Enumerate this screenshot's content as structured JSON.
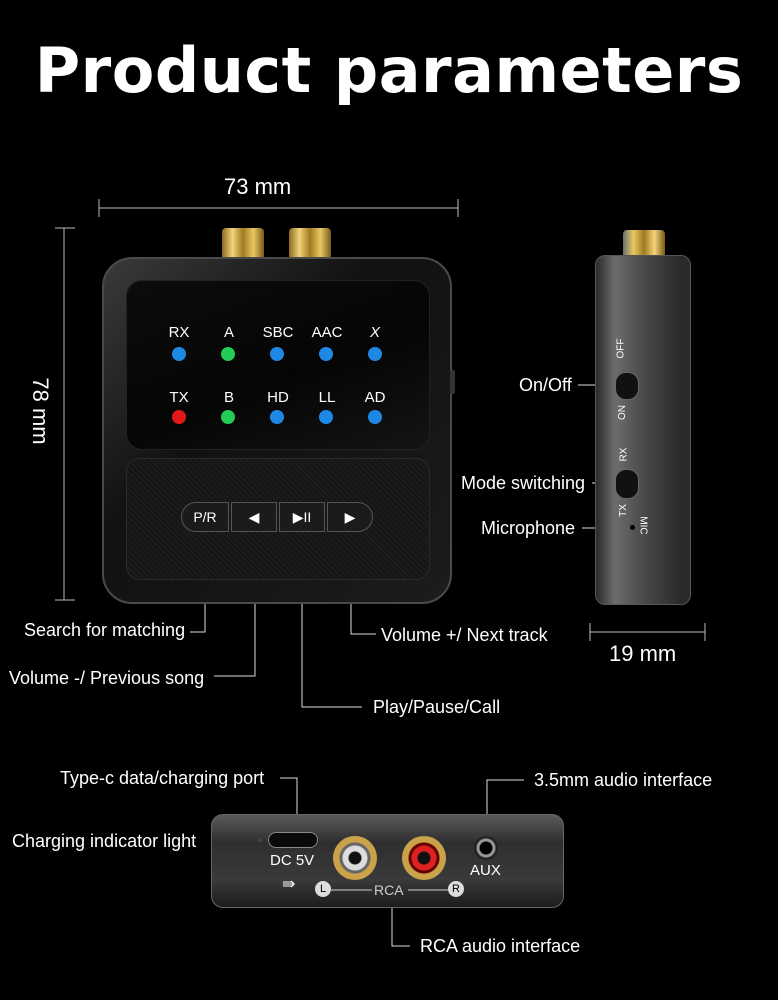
{
  "title": "Product parameters",
  "dimensions": {
    "width": "73 mm",
    "height": "78 mm",
    "depth": "19 mm"
  },
  "indicators": {
    "row1": [
      {
        "label": "RX",
        "color": "#1e88e5"
      },
      {
        "label": "A",
        "color": "#22cc55"
      },
      {
        "label": "SBC",
        "color": "#1e88e5"
      },
      {
        "label": "AAC",
        "color": "#1e88e5"
      },
      {
        "label": "X",
        "color": "#1e88e5"
      }
    ],
    "row2": [
      {
        "label": "TX",
        "color": "#e01818"
      },
      {
        "label": "B",
        "color": "#22cc55"
      },
      {
        "label": "HD",
        "color": "#1e88e5"
      },
      {
        "label": "LL",
        "color": "#1e88e5"
      },
      {
        "label": "AD",
        "color": "#1e88e5"
      }
    ]
  },
  "buttons": {
    "pr": "P/R",
    "prev": "◀",
    "play": "▶II",
    "next": "▶"
  },
  "callouts": {
    "search": "Search for matching",
    "volume_prev": "Volume -/ Previous song",
    "play_pause": "Play/Pause/Call",
    "volume_next": "Volume +/ Next track",
    "on_off": "On/Off",
    "mode": "Mode switching",
    "mic": "Microphone",
    "typec": "Type-c data/charging port",
    "charging": "Charging indicator light",
    "audio35": "3.5mm audio interface",
    "rca": "RCA audio interface"
  },
  "side_switch": {
    "off": "OFF",
    "on": "ON",
    "rx": "RX",
    "tx": "TX",
    "mic": "MIC"
  },
  "bottom_panel": {
    "dc": "DC 5V",
    "rca": "RCA",
    "left": "L",
    "right": "R",
    "aux": "AUX"
  }
}
